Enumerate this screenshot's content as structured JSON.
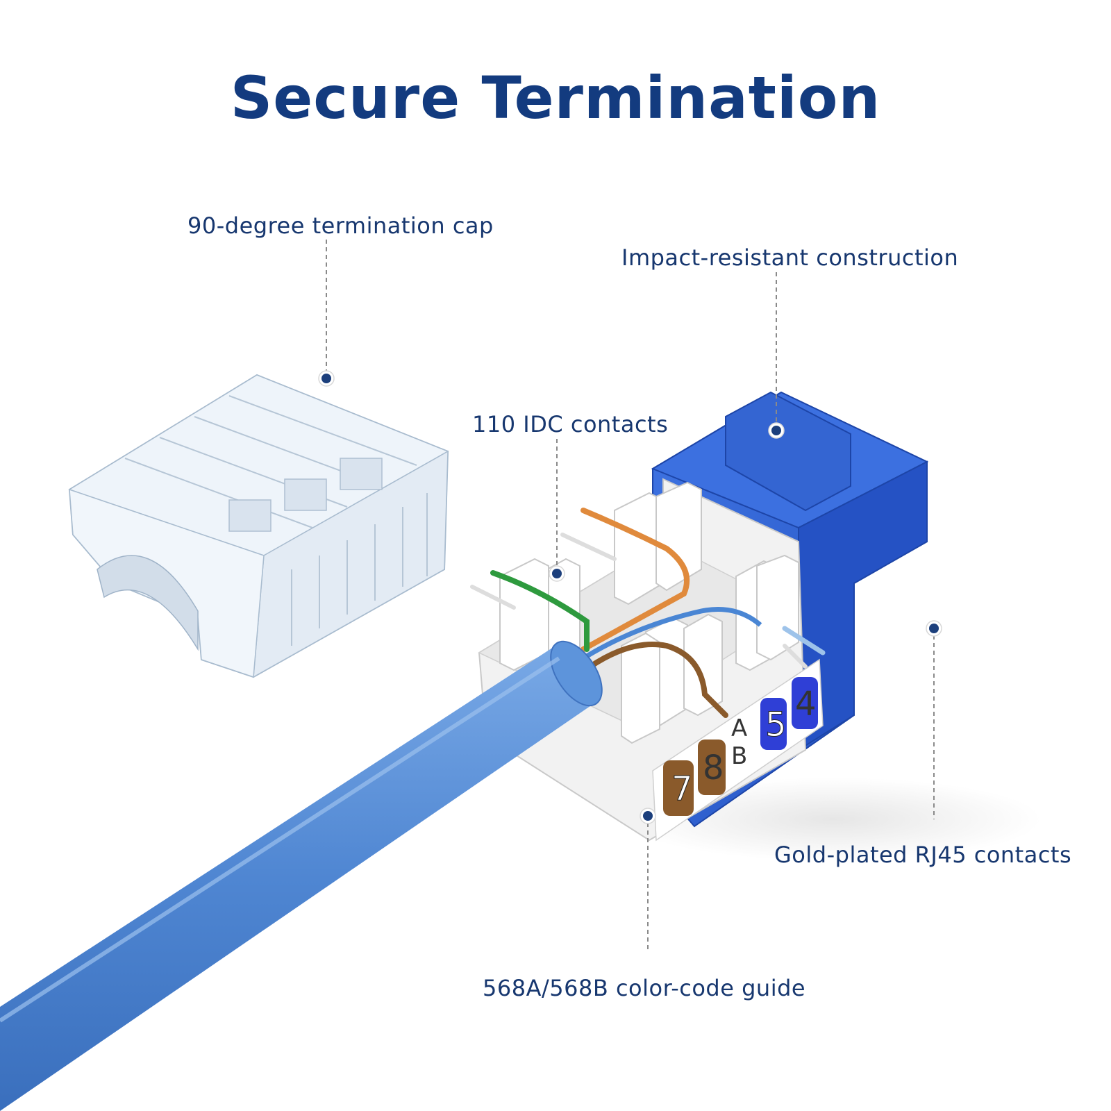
{
  "title": "Secure Termination",
  "callouts": {
    "termination_cap": "90-degree termination cap",
    "impact_resistant": "Impact-resistant construction",
    "idc_contacts": "110 IDC contacts",
    "rj45_contacts": "Gold-plated RJ45 contacts",
    "color_code_guide": "568A/568B color-code guide"
  },
  "color_guide": {
    "digits": [
      "7",
      "8",
      "5",
      "4"
    ],
    "standards": [
      "A",
      "B"
    ]
  },
  "colors": {
    "title": "#133b7f",
    "callout_text": "#17376f",
    "jack_blue": "#2f62d6",
    "cable_blue": "#4a86d4",
    "brown": "#8a5a2b",
    "orange": "#e08a3c",
    "green": "#2e9a3e"
  }
}
